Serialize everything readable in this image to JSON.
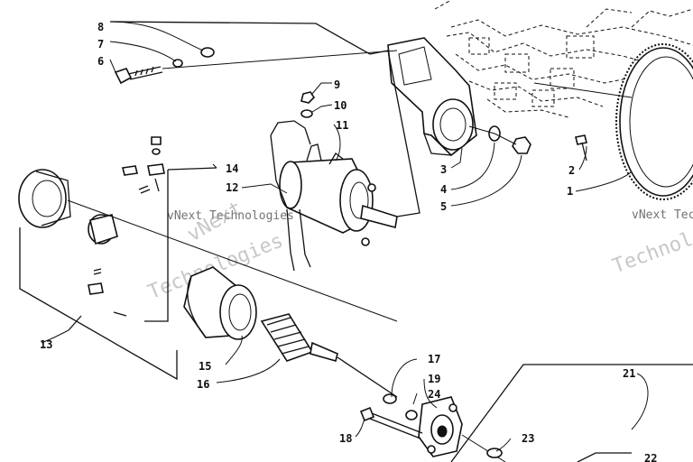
{
  "callouts": {
    "c1": "1",
    "c2": "2",
    "c3": "3",
    "c4": "4",
    "c5": "5",
    "c6": "6",
    "c7": "7",
    "c8": "8",
    "c9": "9",
    "c10": "10",
    "c11": "11",
    "c12": "12",
    "c13": "13",
    "c14": "14",
    "c15": "15",
    "c16": "16",
    "c17": "17",
    "c18": "18",
    "c19": "19",
    "c21": "21",
    "c23": "23",
    "c24": "24",
    "c22": "22"
  },
  "watermark": {
    "line1": "vNext Technologies",
    "line2": "vNext",
    "line3": "Technologies"
  }
}
